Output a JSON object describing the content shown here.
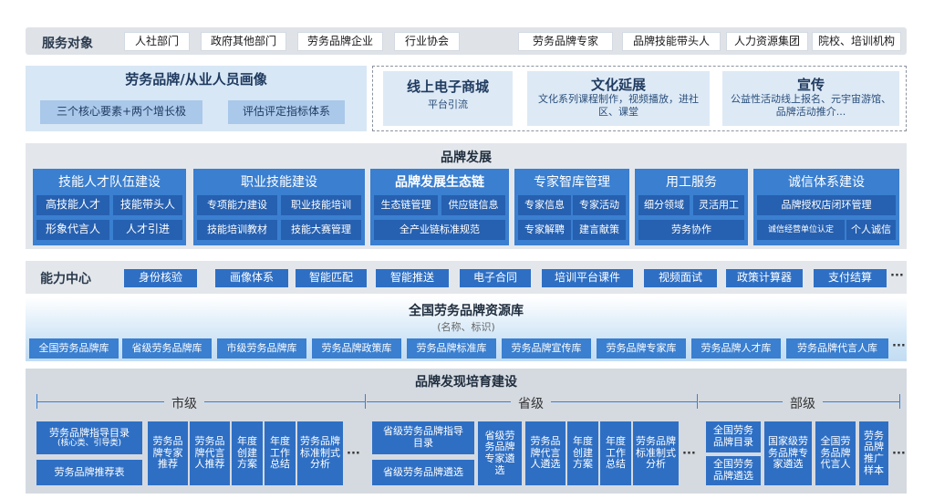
{
  "service": {
    "label": "服务对象",
    "items_left": [
      "人社部门",
      "政府其他部门",
      "劳务品牌企业",
      "行业协会"
    ],
    "items_right": [
      "劳务品牌专家",
      "品牌技能带头人",
      "人力资源集团",
      "院校、培训机构"
    ]
  },
  "portrait": {
    "title": "劳务品牌/从业人员画像",
    "items": [
      "三个核心要素+两个增长极",
      "评估评定指标体系"
    ]
  },
  "channels": [
    {
      "title": "线上电子商城",
      "desc": "平台引流"
    },
    {
      "title": "文化延展",
      "desc": "文化系列课程制作，视频播放，进社区、课堂"
    },
    {
      "title": "宣传",
      "desc": "公益性活动线上报名、元宇宙游馆、品牌活动推介..."
    }
  ],
  "brand_dev": {
    "title": "品牌发展",
    "columns": [
      {
        "title": "技能人才队伍建设",
        "rows": [
          [
            "高技能人才",
            "技能带头人"
          ],
          [
            "形象代言人",
            "人才引进"
          ]
        ]
      },
      {
        "title": "职业技能建设",
        "rows": [
          [
            "专项能力建设",
            "职业技能培训"
          ],
          [
            "技能培训教材",
            "技能大赛管理"
          ]
        ]
      },
      {
        "title": "品牌发展生态链",
        "rows": [
          [
            "生态链管理",
            "供应链信息"
          ],
          [
            "全产业链标准规范"
          ]
        ]
      },
      {
        "title": "专家智库管理",
        "rows": [
          [
            "专家信息",
            "专家活动"
          ],
          [
            "专家解聘",
            "建言献策"
          ]
        ]
      },
      {
        "title": "用工服务",
        "rows": [
          [
            "细分领域",
            "灵活用工"
          ],
          [
            "劳务协作"
          ]
        ]
      },
      {
        "title": "诚信体系建设",
        "rows": [
          [
            "品牌授权店闭环管理"
          ],
          [
            "诚信经营单位认定",
            "个人诚信"
          ]
        ]
      }
    ]
  },
  "capability": {
    "label": "能力中心",
    "items": [
      "身份核验",
      "画像体系",
      "智能匹配",
      "智能推送",
      "电子合同",
      "培训平台课件",
      "视频面试",
      "政策计算器",
      "支付结算"
    ],
    "more": "···"
  },
  "resource": {
    "title": "全国劳务品牌资源库",
    "subtitle": "(名称、标识)",
    "items": [
      "全国劳务品牌库",
      "省级劳务品牌库",
      "市级劳务品牌库",
      "劳务品牌政策库",
      "劳务品牌标准库",
      "劳务品牌宣传库",
      "劳务品牌专家库",
      "劳务品牌人才库",
      "劳务品牌代言人库"
    ],
    "more": "···"
  },
  "discovery": {
    "title": "品牌发现培育建设",
    "levels": [
      "市级",
      "省级",
      "部级"
    ],
    "city": {
      "guide": "劳务品牌指导目录",
      "guide_sub": "(核心类、引导类)",
      "recommend": "劳务品牌推荐表",
      "items": [
        "劳务品牌专家推荐",
        "劳务品牌代言人推荐",
        "年度创建方案",
        "年度工作总结",
        "劳务品牌标准制式分析"
      ]
    },
    "province": {
      "guide": "省级劳务品牌指导目录",
      "select": "省级劳务品牌遴选",
      "items": [
        "省级劳务品牌专家遴选",
        "劳务品牌代言人遴选",
        "年度创建方案",
        "年度工作总结",
        "劳务品牌标准制式分析"
      ]
    },
    "ministry": {
      "items_stack": [
        "全国劳务品牌目录",
        "全国劳务品牌遴选"
      ],
      "items": [
        "国家级劳务品牌专家遴选",
        "全国劳务品牌代言人",
        "劳务品牌推广样本"
      ]
    },
    "more": "···"
  }
}
